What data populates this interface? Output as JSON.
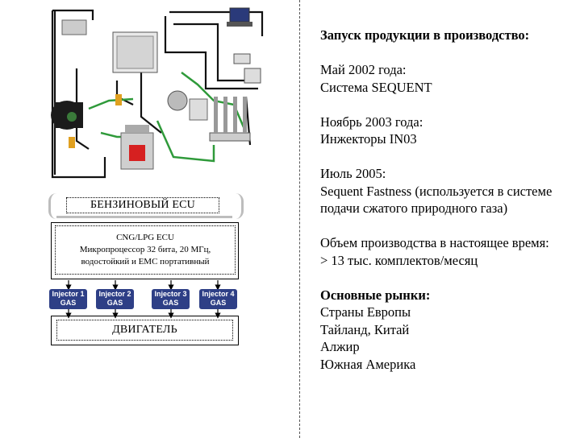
{
  "diagram": {
    "schematic": {
      "image": "gas-injection-system-schematic"
    },
    "petrol_ecu": "БЕНЗИНОВЫЙ ECU",
    "gas_ecu": {
      "title": "CNG/LPG ECU",
      "line1": "Микропроцессор 32 бита, 20 МГц,",
      "line2": "водостойкий и EMC портативный"
    },
    "injectors": [
      {
        "name": "Injector 1",
        "fuel": "GAS"
      },
      {
        "name": "Injector 2",
        "fuel": "GAS"
      },
      {
        "name": "Injector 3",
        "fuel": "GAS"
      },
      {
        "name": "Injector 4",
        "fuel": "GAS"
      }
    ],
    "engine": "ДВИГАТЕЛЬ"
  },
  "info": {
    "heading": "Запуск продукции в производство:",
    "items": [
      {
        "date": "Май 2002 года:",
        "text": "Система SEQUENT"
      },
      {
        "date": "Ноябрь 2003 года:",
        "text": "Инжекторы IN03"
      },
      {
        "date": "Июль 2005:",
        "text": "Sequent Fastness (используется в системе подачи сжатого природного газа)"
      }
    ],
    "volume_label": "Объем производства в настоящее время:",
    "volume_value": "> 13 тыс. комплектов/месяц",
    "markets_heading": "Основные рынки:",
    "markets": [
      "Страны Европы",
      "Тайланд, Китай",
      "Алжир",
      "Южная Америка"
    ]
  },
  "colors": {
    "injector_bg": "#2e3f86",
    "pipe_green": "#2f9a3a",
    "wire": "#111111"
  }
}
